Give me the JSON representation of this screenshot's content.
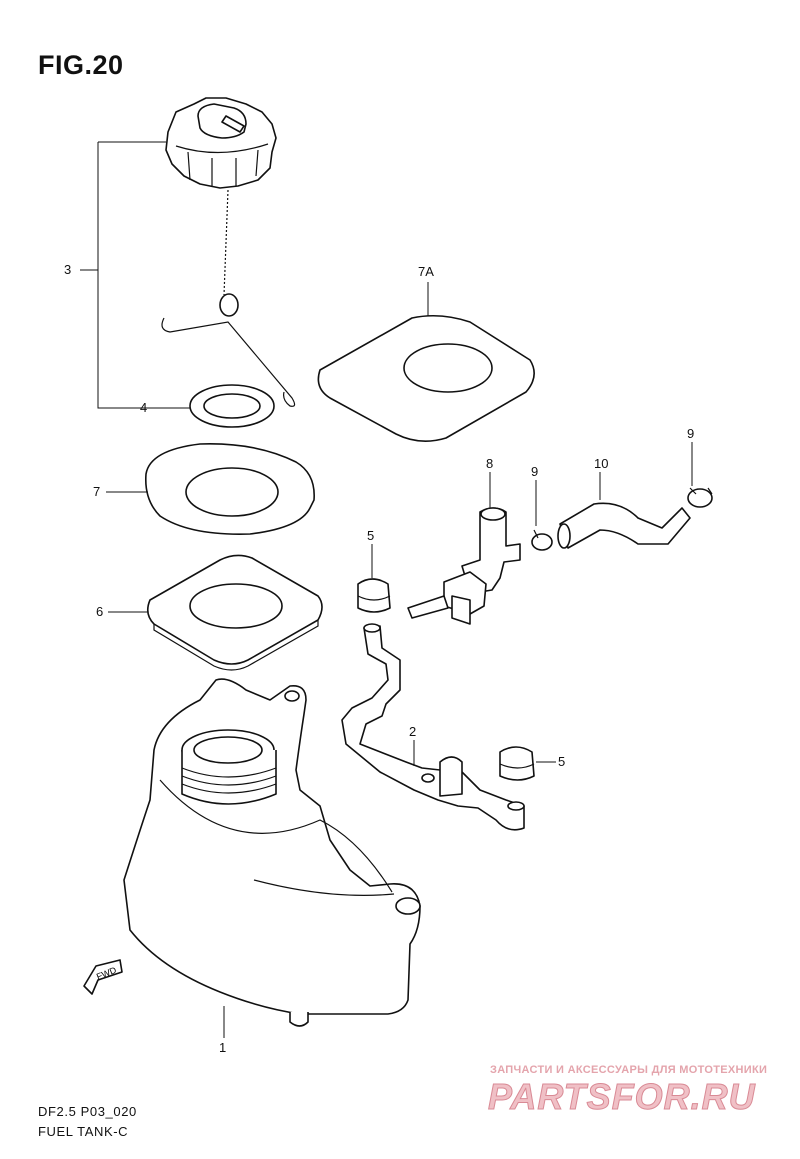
{
  "figure": {
    "title": "FIG.20"
  },
  "callouts": [
    {
      "id": "c1",
      "label": "1"
    },
    {
      "id": "c2",
      "label": "2"
    },
    {
      "id": "c3",
      "label": "3"
    },
    {
      "id": "c4",
      "label": "4"
    },
    {
      "id": "c5a",
      "label": "5"
    },
    {
      "id": "c5b",
      "label": "5"
    },
    {
      "id": "c6",
      "label": "6"
    },
    {
      "id": "c7",
      "label": "7"
    },
    {
      "id": "c7a",
      "label": "7A"
    },
    {
      "id": "c8",
      "label": "8"
    },
    {
      "id": "c9a",
      "label": "9"
    },
    {
      "id": "c9b",
      "label": "9"
    },
    {
      "id": "c10",
      "label": "10"
    }
  ],
  "fwd_label": "FWD",
  "footer": {
    "model": "DF2.5 P03_020",
    "section": "FUEL TANK-C"
  },
  "watermark": {
    "tagline": "ЗАПЧАСТИ И АКСЕССУАРЫ ДЛЯ МОТОТЕХНИКИ",
    "brand": "PARTSFOR.RU"
  }
}
